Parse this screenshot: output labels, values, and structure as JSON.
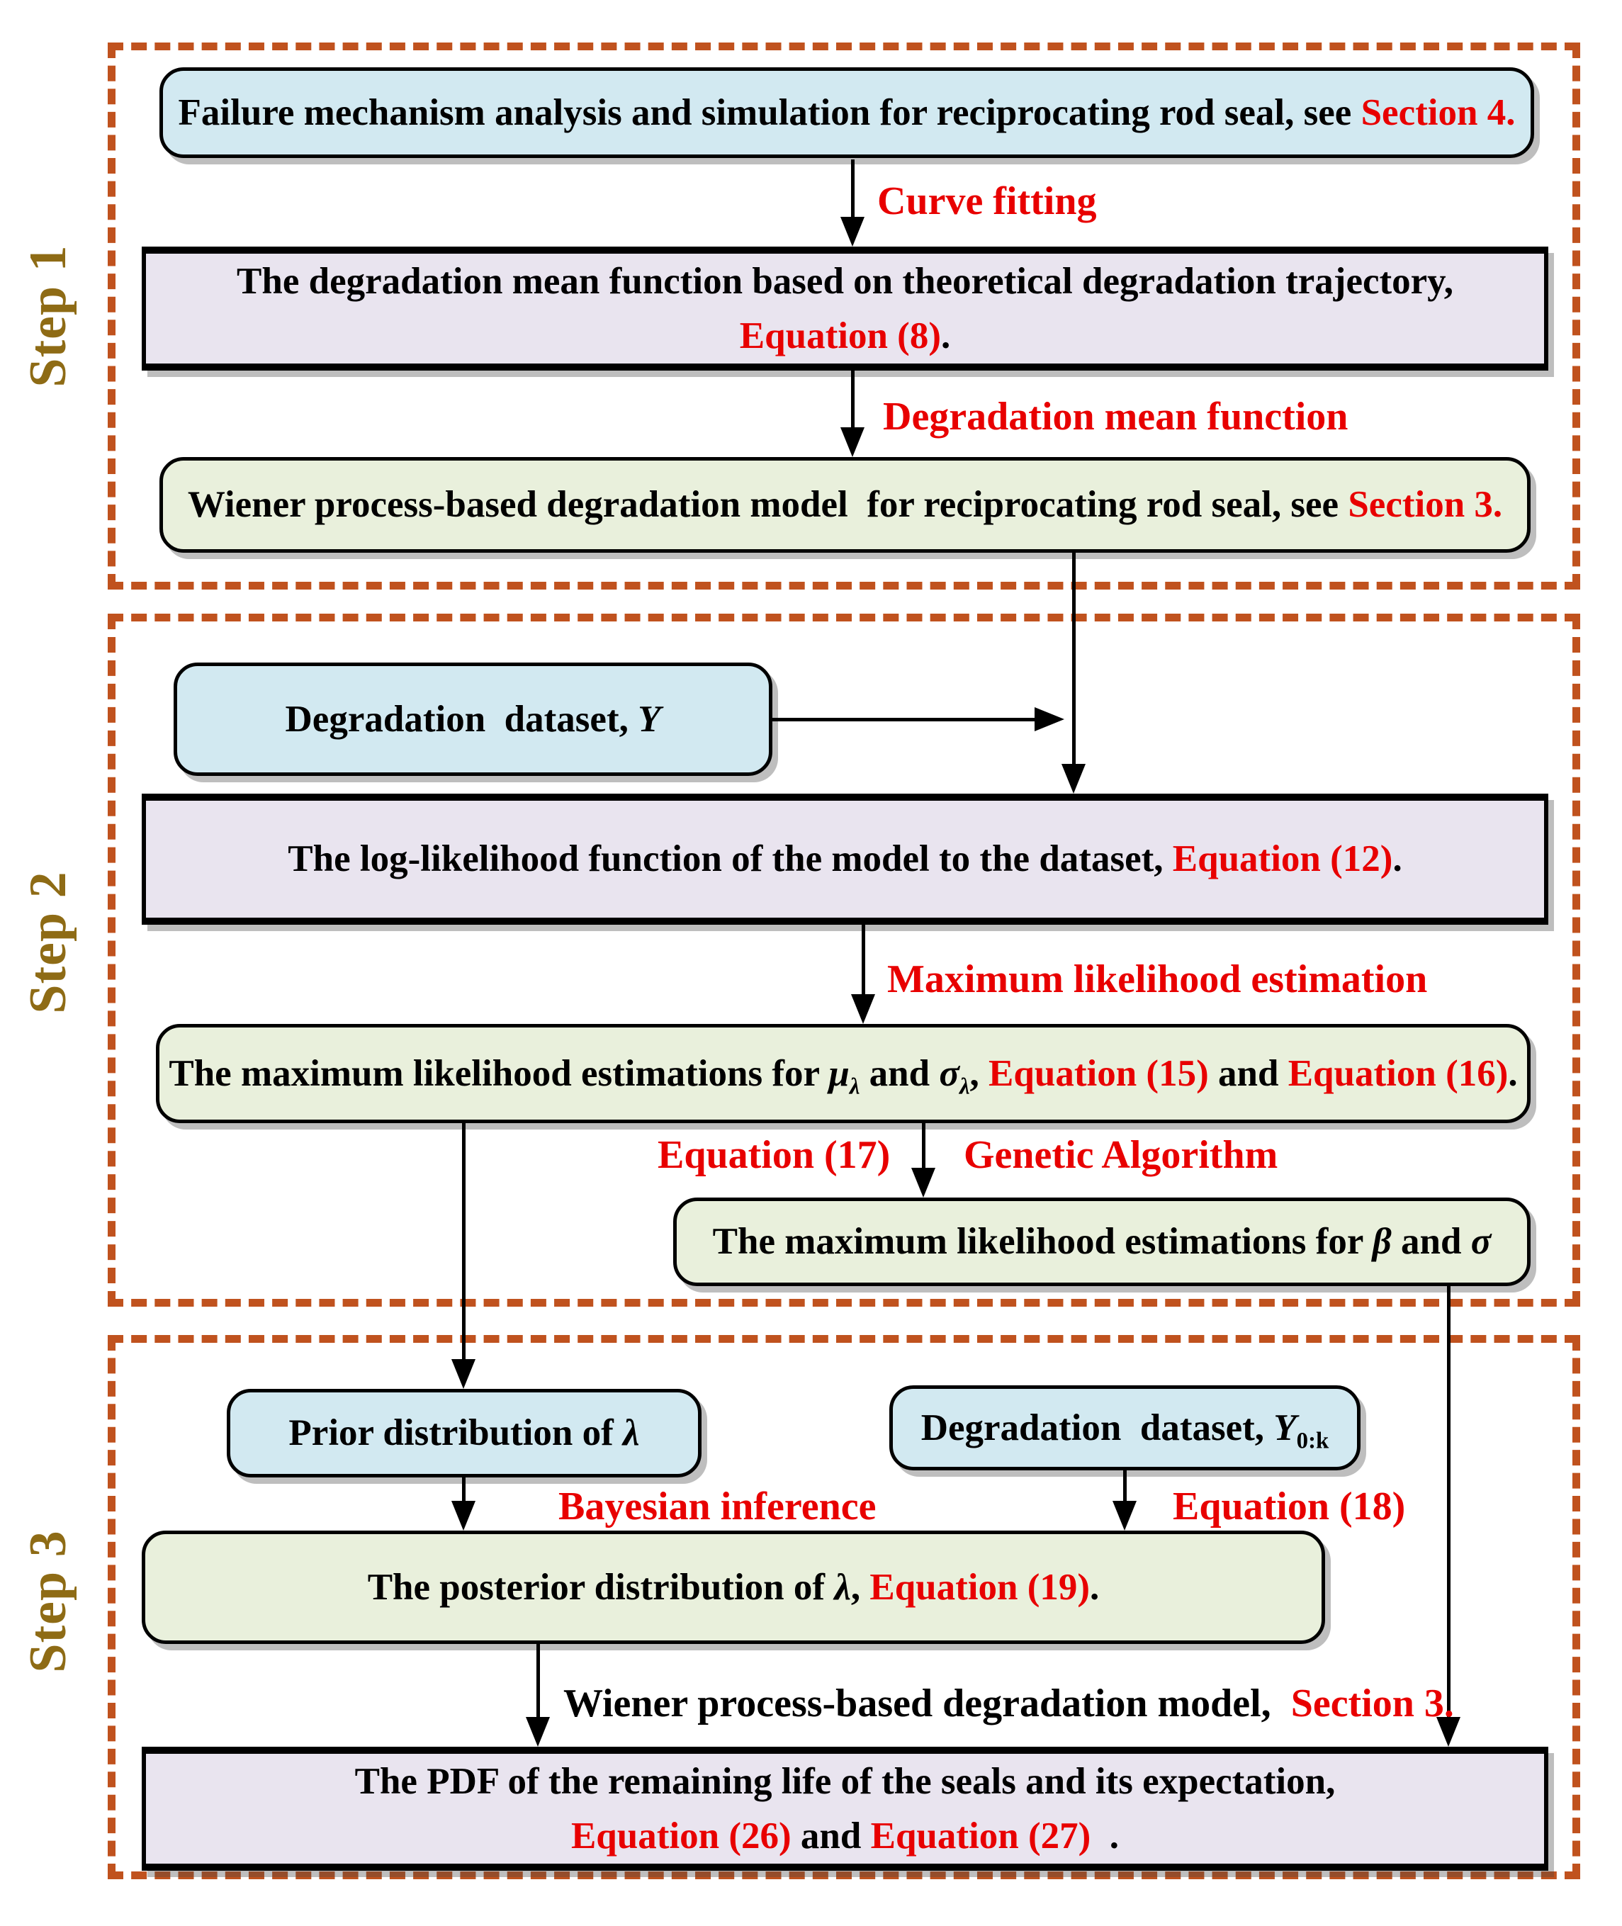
{
  "figure": {
    "type": "flowchart-three-step-degradation-modeling"
  },
  "colors": {
    "dashed_border": "#C0521E",
    "step_label": "#8E6B15",
    "accent_red": "#E80000",
    "box_blue": "#D2E9F1",
    "box_green": "#E9F0DC",
    "box_lavender": "#E9E4EF",
    "line_black": "#000000"
  },
  "steps": [
    {
      "label": "Step 1"
    },
    {
      "label": "Step 2"
    },
    {
      "label": "Step 3"
    }
  ],
  "boxes": {
    "failure": {
      "pre": "Failure mechanism analysis and simulation for reciprocating rod seal, see ",
      "red": "Section 4."
    },
    "mean": {
      "line1": "The degradation mean function based on theoretical degradation trajectory,",
      "red": "Equation (8)",
      "period": "."
    },
    "wiener": {
      "pre": "Wiener process-based degradation model  for reciprocating rod seal, see ",
      "red": "Section 3."
    },
    "dataset_y": {
      "pre": "Degradation  dataset, ",
      "var": "Y"
    },
    "loglik": {
      "pre": "The log-likelihood function of the model to the dataset, ",
      "red": "Equation (12)",
      "period": "."
    },
    "mle_mu_sigma": {
      "pre": "The maximum likelihood estimations for ",
      "mu": "μ",
      "mu_sub": "λ",
      "and1": " and ",
      "sigma": "σ",
      "sigma_sub": "λ",
      "comma": ", ",
      "red1": "Equation (15)",
      "and2": " and ",
      "red2": "Equation (16)",
      "period": "."
    },
    "mle_beta_sigma": {
      "pre": "The maximum likelihood estimations for ",
      "beta": "β",
      "and": " and ",
      "sigma": "σ"
    },
    "prior": {
      "pre": "Prior distribution of ",
      "var": "λ"
    },
    "dataset_y0k": {
      "pre": "Degradation  dataset, ",
      "var": "Y",
      "sub": "0:k"
    },
    "posterior": {
      "pre": "The posterior distribution of ",
      "var": "λ",
      "comma": ", ",
      "red": "Equation (19)",
      "period": "."
    },
    "pdf": {
      "line1": "The PDF of the remaining life of the seals and its expectation,",
      "red1": "Equation (26)",
      "and": " and ",
      "red2": "Equation (27)",
      "period": "  ."
    }
  },
  "arrow_labels": {
    "curve_fitting": "Curve fitting",
    "degradation_mean_function": "Degradation mean function",
    "maximum_likelihood_estimation": "Maximum likelihood estimation",
    "equation_17": "Equation (17)",
    "genetic_algorithm": "Genetic Algorithm",
    "bayesian_inference": "Bayesian inference",
    "equation_18": "Equation (18)",
    "wiener_model_pre": "Wiener process-based degradation model,  ",
    "wiener_model_red": "Section 3."
  }
}
